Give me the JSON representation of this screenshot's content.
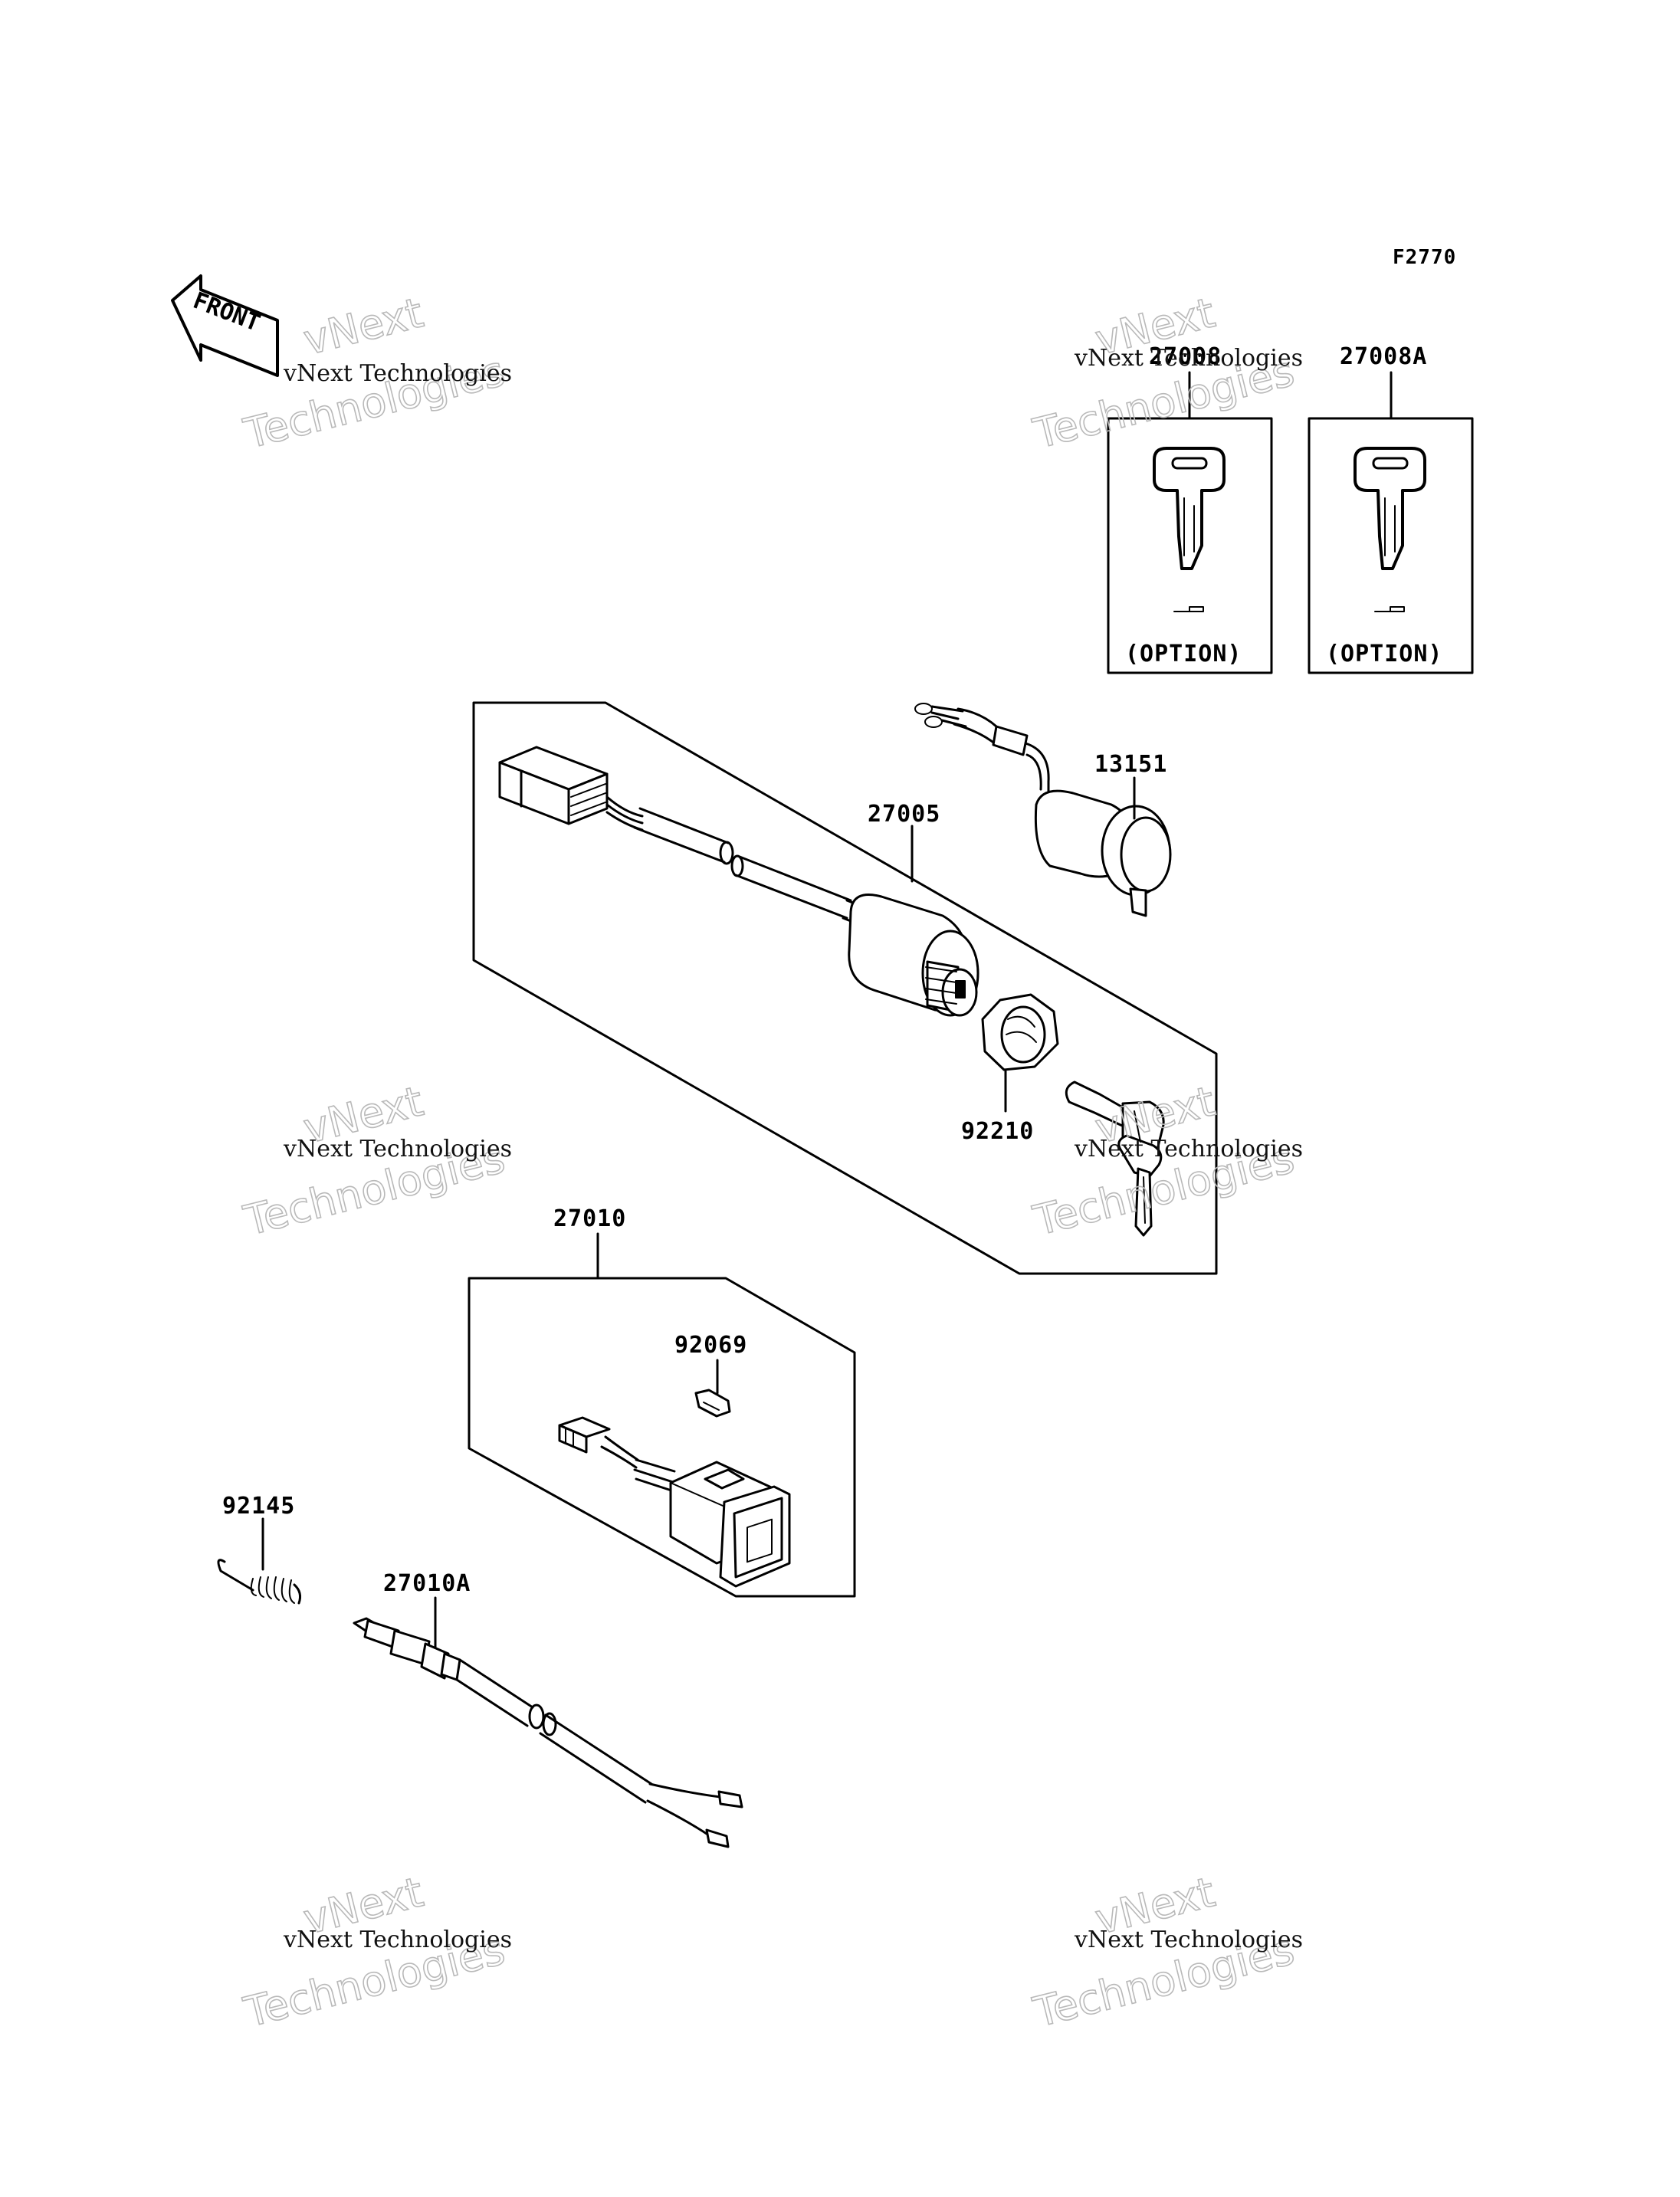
{
  "figure_code": "F2770",
  "front_label": "FRONT",
  "parts": {
    "p27008": "27008",
    "p27008a": "27008A",
    "p13151": "13151",
    "p27005": "27005",
    "p92210": "92210",
    "p27010": "27010",
    "p92069": "92069",
    "p92145": "92145",
    "p27010a": "27010A"
  },
  "option_label": "(OPTION)",
  "watermark": {
    "line1": "vNext Technologies",
    "big1": "vNext",
    "big2": "Technologies"
  }
}
